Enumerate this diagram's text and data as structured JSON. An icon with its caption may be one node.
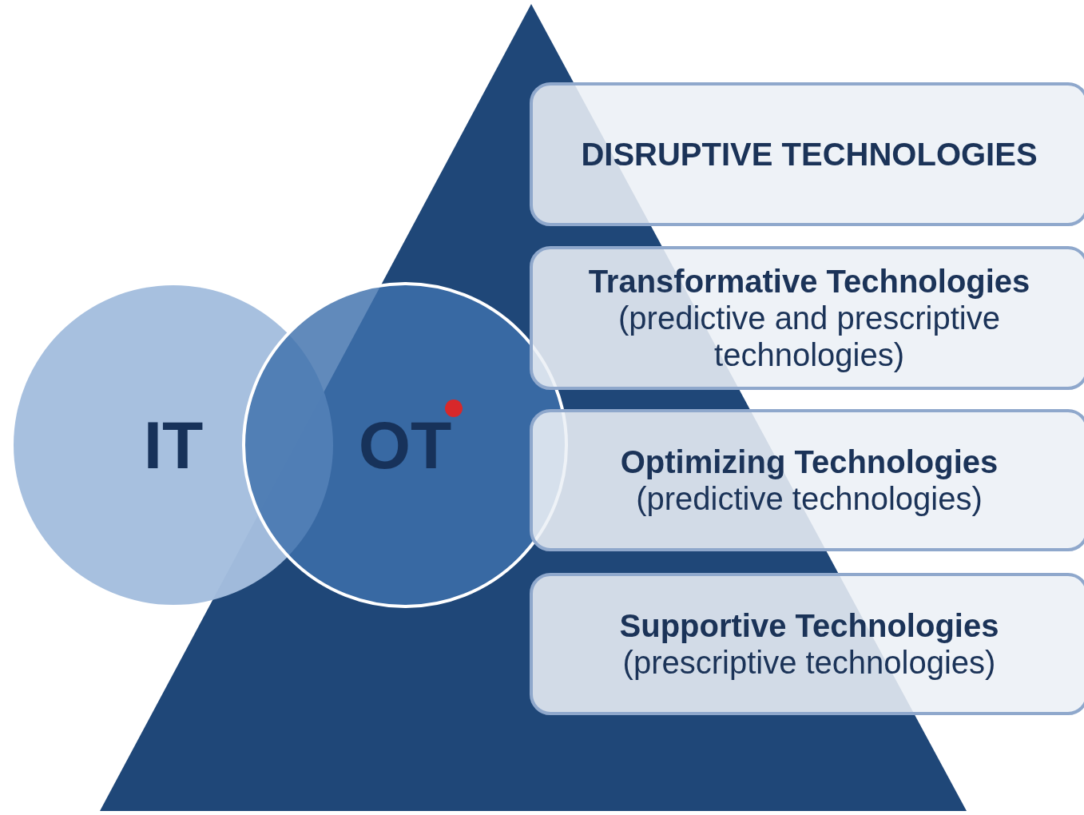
{
  "diagram": {
    "nodes": [
      {
        "text": [
          "IT"
        ]
      },
      {
        "text": [
          "OT"
        ]
      },
      {
        "text": [
          "DISRUPTIVE TECHNOLOGIES"
        ]
      },
      {
        "text": [
          "Transformative Technologies",
          "(predictive and prescriptive technologies)"
        ]
      },
      {
        "text": [
          "Optimizing Technologies",
          "(predictive technologies)"
        ]
      },
      {
        "text": [
          "Supportive Technologies",
          "(prescriptive technologies)"
        ]
      }
    ]
  }
}
